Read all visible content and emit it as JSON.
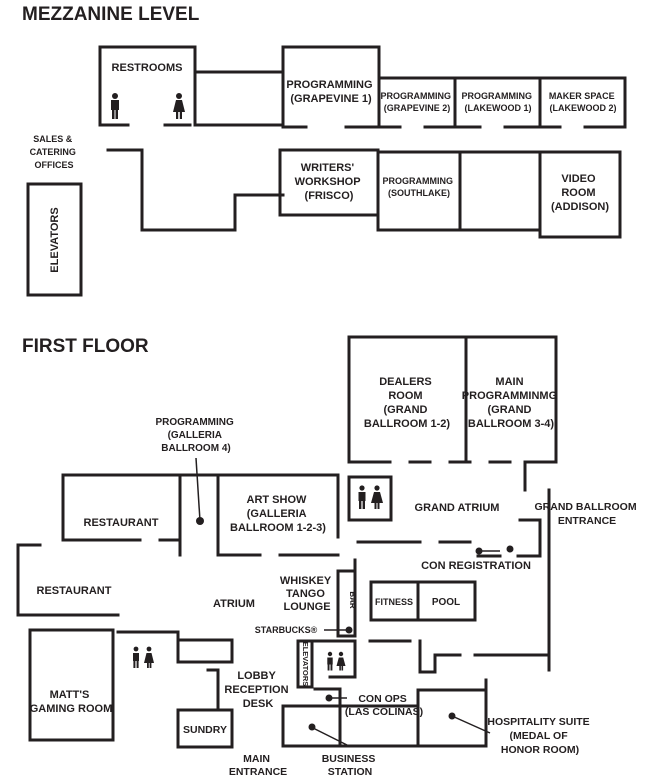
{
  "headings": {
    "mezzanine": "MEZZANINE LEVEL",
    "first_floor": "FIRST FLOOR"
  },
  "mezzanine": {
    "restrooms": "RESTROOMS",
    "sales_offices": [
      "SALES &",
      "CATERING",
      "OFFICES"
    ],
    "elevators": "ELEVATORS",
    "grapevine1": [
      "PROGRAMMING",
      "(GRAPEVINE 1)"
    ],
    "grapevine2": [
      "PROGRAMMING",
      "(GRAPEVINE 2)"
    ],
    "lakewood1": [
      "PROGRAMMING",
      "(LAKEWOOD 1)"
    ],
    "lakewood2": [
      "MAKER SPACE",
      "(LAKEWOOD 2)"
    ],
    "frisco": [
      "WRITERS'",
      "WORKSHOP",
      "(FRISCO)"
    ],
    "southlake": [
      "PROGRAMMING",
      "(SOUTHLAKE)"
    ],
    "addison": [
      "VIDEO",
      "ROOM",
      "(ADDISON)"
    ]
  },
  "first_floor": {
    "dealers": [
      "DEALERS",
      "ROOM",
      "(GRAND",
      "BALLROOM 1-2)"
    ],
    "main_programming": [
      "MAIN",
      "PROGRAMMINMG",
      "(GRAND",
      "BALLROOM 3-4)"
    ],
    "galleria4": [
      "PROGRAMMING",
      "(GALLERIA",
      "BALLROOM 4)"
    ],
    "restaurant_upper": "RESTAURANT",
    "restaurant_lower": "RESTAURANT",
    "art_show": [
      "ART SHOW",
      "(GALLERIA",
      "BALLROOM 1-2-3)"
    ],
    "grand_atrium": "GRAND ATRIUM",
    "grand_ballroom_entrance": [
      "GRAND BALLROOM",
      "ENTRANCE"
    ],
    "con_registration": "CON REGISTRATION",
    "atrium": "ATRIUM",
    "whiskey_tango": [
      "WHISKEY",
      "TANGO",
      "LOUNGE"
    ],
    "bar": "BAR",
    "fitness": "FITNESS",
    "pool": "POOL",
    "starbucks": "STARBUCKS®",
    "elevators": "ELEVATORS",
    "matts_gaming": [
      "MATT'S",
      "GAMING ROOM"
    ],
    "lobby": [
      "LOBBY",
      "RECEPTION",
      "DESK"
    ],
    "sundry": "SUNDRY",
    "con_ops": [
      "CON OPS",
      "(LAS COLINAS)"
    ],
    "hospitality": [
      "HOSPITALITY SUITE",
      "(MEDAL OF",
      "HONOR ROOM)"
    ],
    "main_entrance": [
      "MAIN",
      "ENTRANCE"
    ],
    "business_station": [
      "BUSINESS",
      "STATION"
    ]
  }
}
